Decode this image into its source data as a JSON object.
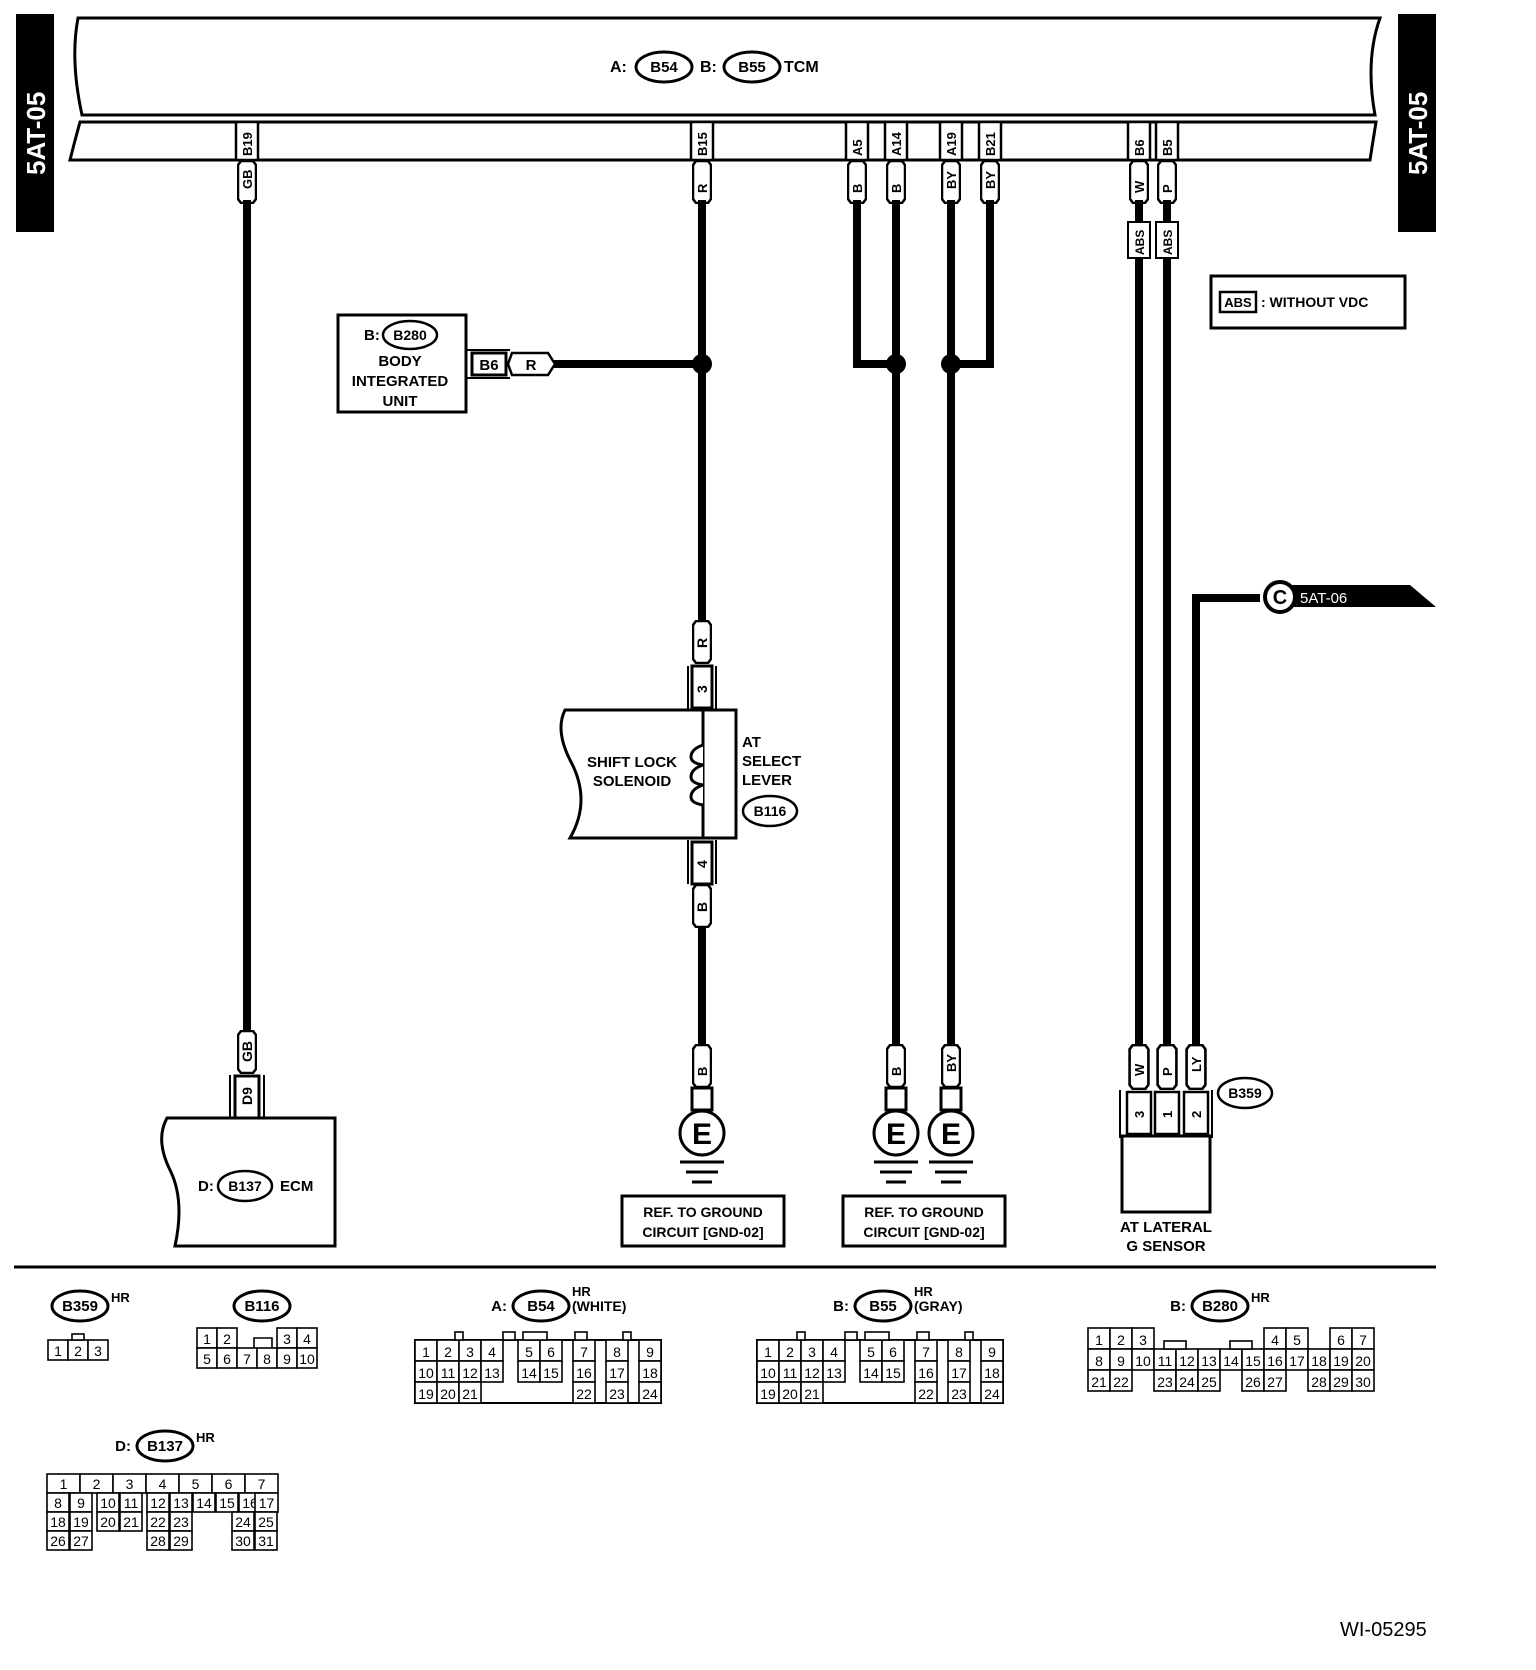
{
  "diagram": {
    "page_ref_left": "5AT-05",
    "page_ref_right": "5AT-05",
    "figure_id": "WI-05295",
    "tcm": {
      "label_prefix_a": "A:",
      "connector_a": "B54",
      "label_prefix_b": "B:",
      "connector_b": "B55",
      "name": "TCM",
      "pins": [
        {
          "pin": "B19",
          "wire": "GB"
        },
        {
          "pin": "B15",
          "wire": "R"
        },
        {
          "pin": "A5",
          "wire": "B"
        },
        {
          "pin": "A14",
          "wire": "B"
        },
        {
          "pin": "A19",
          "wire": "BY"
        },
        {
          "pin": "B21",
          "wire": "BY"
        },
        {
          "pin": "B6",
          "wire": "W",
          "option": "ABS"
        },
        {
          "pin": "B5",
          "wire": "P",
          "option": "ABS"
        }
      ]
    },
    "legend": {
      "tag": "ABS",
      "text": ": WITHOUT VDC"
    },
    "body_integrated_unit": {
      "prefix": "B:",
      "connector": "B280",
      "name_lines": [
        "BODY",
        "INTEGRATED",
        "UNIT"
      ],
      "pin": "B6",
      "wire": "R"
    },
    "select_lever": {
      "component": [
        "SHIFT LOCK",
        "SOLENOID"
      ],
      "name_lines": [
        "AT",
        "SELECT",
        "LEVER"
      ],
      "connector": "B116",
      "pin_top": "3",
      "wire_top": "R",
      "pin_bottom": "4",
      "wire_bottom": "B"
    },
    "ecm": {
      "prefix": "D:",
      "connector": "B137",
      "name": "ECM",
      "pin": "D9",
      "wire": "GB"
    },
    "grounds": [
      {
        "wire": "B",
        "symbol": "E",
        "ref_lines": [
          "REF. TO GROUND",
          "CIRCUIT [GND-02]"
        ]
      },
      {
        "wire": "B",
        "symbol": "E"
      },
      {
        "wire": "BY",
        "symbol": "E",
        "ref_lines": [
          "REF. TO GROUND",
          "CIRCUIT [GND-02]"
        ]
      }
    ],
    "off_page": {
      "symbol": "C",
      "target": "5AT-06"
    },
    "lateral_g_sensor": {
      "connector": "B359",
      "name_lines": [
        "AT LATERAL",
        "G SENSOR"
      ],
      "pins": [
        {
          "pin": "3",
          "wire": "W"
        },
        {
          "pin": "1",
          "wire": "P"
        },
        {
          "pin": "2",
          "wire": "LY"
        }
      ]
    }
  },
  "connector_faces": {
    "b359": {
      "prefix": "",
      "id": "B359",
      "suffix": "HR",
      "color": "",
      "rows": [
        [
          "1",
          "2",
          "3"
        ]
      ]
    },
    "b116": {
      "prefix": "",
      "id": "B116",
      "suffix": "",
      "color": "",
      "rows": [
        [
          "1",
          "2",
          "",
          "3",
          "4"
        ],
        [
          "5",
          "6",
          "7",
          "8",
          "9",
          "10"
        ]
      ]
    },
    "b54": {
      "prefix": "A:",
      "id": "B54",
      "suffix": "HR",
      "color": "(WHITE)",
      "rows": [
        [
          "1",
          "2",
          "3",
          "4",
          "5",
          "6",
          "7",
          "8",
          "9"
        ],
        [
          "10",
          "11",
          "12",
          "13",
          "14",
          "15",
          "16",
          "17",
          "18"
        ],
        [
          "19",
          "20",
          "21",
          "22",
          "23",
          "24"
        ]
      ]
    },
    "b55": {
      "prefix": "B:",
      "id": "B55",
      "suffix": "HR",
      "color": "(GRAY)",
      "rows": [
        [
          "1",
          "2",
          "3",
          "4",
          "5",
          "6",
          "7",
          "8",
          "9"
        ],
        [
          "10",
          "11",
          "12",
          "13",
          "14",
          "15",
          "16",
          "17",
          "18"
        ],
        [
          "19",
          "20",
          "21",
          "22",
          "23",
          "24"
        ]
      ]
    },
    "b280": {
      "prefix": "B:",
      "id": "B280",
      "suffix": "HR",
      "color": "",
      "rows": [
        [
          "1",
          "2",
          "3",
          "4",
          "5",
          "6",
          "7"
        ],
        [
          "8",
          "9",
          "10",
          "11",
          "12",
          "13",
          "14",
          "15",
          "16",
          "17",
          "18",
          "19",
          "20"
        ],
        [
          "21",
          "22",
          "23",
          "24",
          "25",
          "26",
          "27",
          "28",
          "29",
          "30"
        ]
      ]
    },
    "b137": {
      "prefix": "D:",
      "id": "B137",
      "suffix": "HR",
      "color": "",
      "rows": [
        [
          "1",
          "2",
          "3",
          "4",
          "5",
          "6",
          "7"
        ],
        [
          "8",
          "9",
          "10",
          "11",
          "12",
          "13",
          "14",
          "15",
          "16",
          "17"
        ],
        [
          "18",
          "19",
          "20",
          "21",
          "22",
          "23",
          "24",
          "25"
        ],
        [
          "26",
          "27",
          "28",
          "29",
          "30",
          "31"
        ]
      ]
    }
  }
}
